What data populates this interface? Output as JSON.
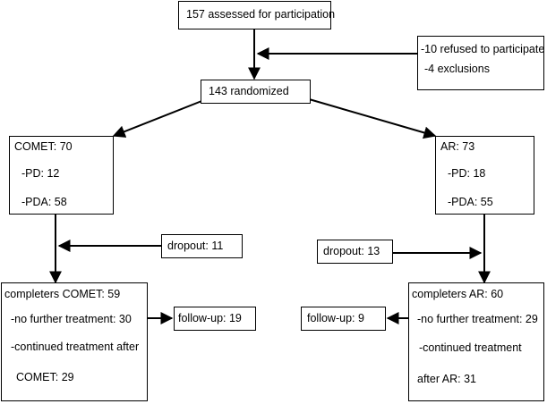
{
  "assessed": "157 assessed for participation",
  "refused": "-10 refused to participate",
  "exclusions": "-4 exclusions",
  "randomized": "143 randomized",
  "comet": {
    "title": "COMET: 70",
    "pd": "-PD: 12",
    "pda": "-PDA: 58"
  },
  "ar": {
    "title": "AR: 73",
    "pd": "-PD: 18",
    "pda": "-PDA: 55"
  },
  "dropout_comet": "dropout: 11",
  "dropout_ar": "dropout: 13",
  "completers_comet": {
    "title": "completers COMET:  59",
    "no_further": "-no further treatment: 30",
    "continued_1": "-continued treatment after",
    "continued_2": "COMET: 29"
  },
  "completers_ar": {
    "title": "completers AR: 60",
    "no_further": "-no further treatment: 29",
    "continued_1": "-continued treatment",
    "continued_2": "after AR: 31"
  },
  "followup_comet": "follow-up: 19",
  "followup_ar": "follow-up: 9"
}
